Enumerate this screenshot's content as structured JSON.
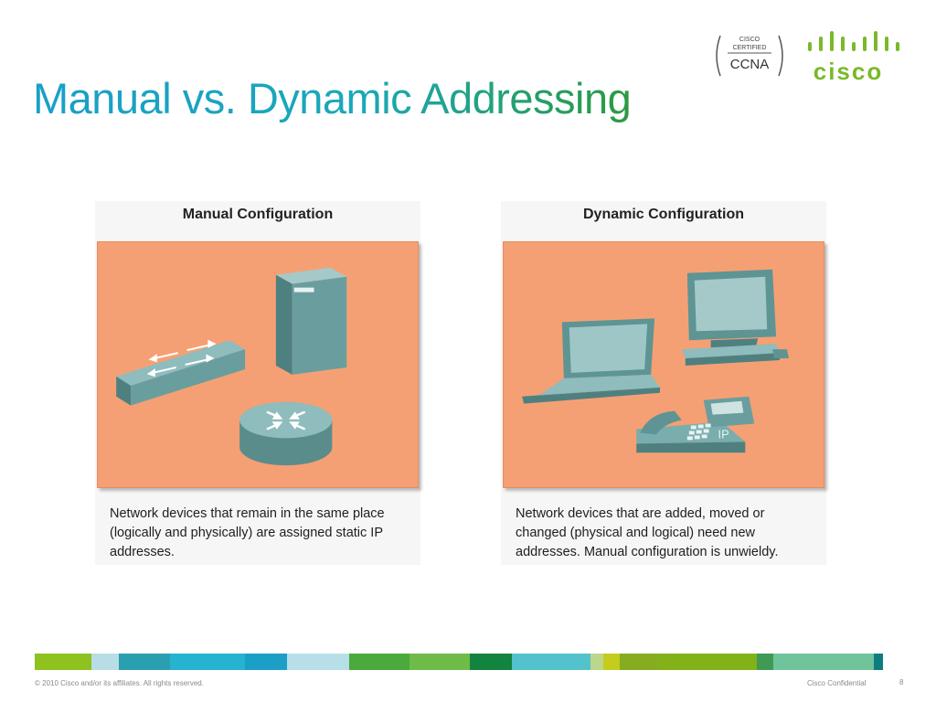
{
  "slide": {
    "title": "Manual vs. Dynamic Addressing"
  },
  "badge": {
    "line1": "CISCO",
    "line2": "CERTIFIED",
    "line3": "CCNA"
  },
  "logo": {
    "word": "cisco",
    "color": "#7ab929"
  },
  "panels": [
    {
      "heading": "Manual Configuration",
      "caption": "Network devices that remain in the same place (logically and physically) are assigned static IP addresses.",
      "icons": [
        "switch-icon",
        "server-icon",
        "router-icon"
      ]
    },
    {
      "heading": "Dynamic Configuration",
      "caption": "Network devices that are added, moved or changed (physical and logical) need new addresses. Manual configuration is unwieldy.",
      "icons": [
        "laptop-icon",
        "desktop-computer-icon",
        "ip-phone-icon"
      ],
      "phone_label": "IP"
    }
  ],
  "colors": {
    "illustration_bg": "#f5a074",
    "device_teal": "#5e9494",
    "title_gradient_start": "#1a9fc9",
    "title_gradient_end": "#2c9a3f"
  },
  "bottom_bar_colors": [
    "#8dc21f",
    "#b8dde4",
    "#2a9fb0",
    "#25b3cf",
    "#1b9fc6",
    "#b6dfe8",
    "#4aaa3c",
    "#6fbb47",
    "#138440",
    "#53c2cc",
    "#bcd78c",
    "#c4cc1e",
    "#86ac1f",
    "#83b118",
    "#3f9a55",
    "#6fc49c",
    "#0d7d7f"
  ],
  "footer": {
    "copyright": "© 2010 Cisco and/or its affiliates. All rights reserved.",
    "confidential": "Cisco Confidential",
    "page": "8"
  }
}
